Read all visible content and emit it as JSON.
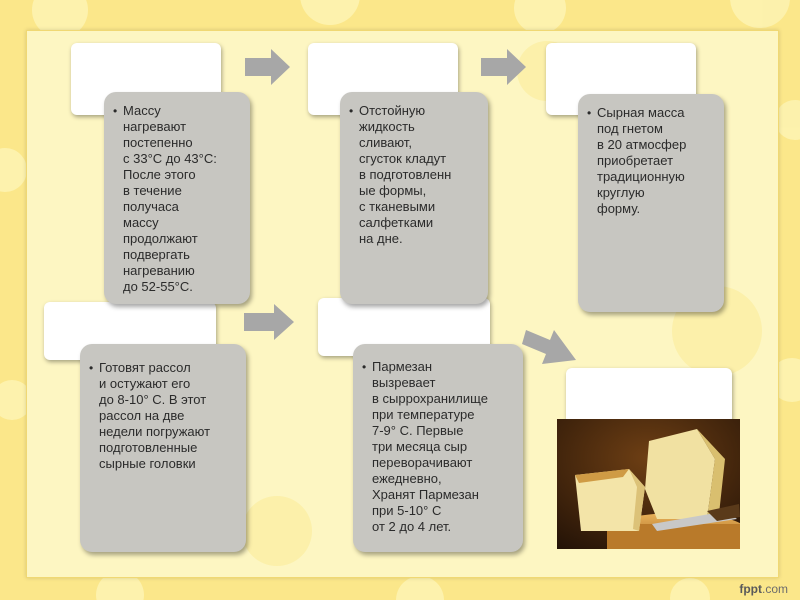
{
  "steps": [
    {
      "text": "Массу\nнагревают\nпостепенно\nс 33°С до 43°С:\nПосле этого\nв течение\nполучаса\nмассу\nпродолжают\nподвергать\nнагреванию\nдо 52-55°С."
    },
    {
      "text": "Отстойную\nжидкость\nсливают,\nсгусток кладут\nв подготовленн\nые формы,\nс тканевыми\nсалфетками\nна дне."
    },
    {
      "text": "Сырная масса\nпод гнетом\nв 20 атмосфер\nприобретает\nтрадиционную\nкруглую\nформу."
    },
    {
      "text": "Готовят рассол\nи остужают его\nдо 8-10° С. В этот\nрассол на две\nнедели погружают\nподготовленные\nсырные головки"
    },
    {
      "text": "Пармезан\nвызревает\nв сыррохранилище\nпри температуре\n7-9° С. Первые\nтри месяца сыр\nпереворачивают\nежедневно,\nХранят Пармезан\nпри 5-10° С\nот 2 до 4 лет."
    }
  ],
  "colors": {
    "card": "#c7c6c1",
    "arrow": "#a7a7a7",
    "background": "#fbe78a"
  },
  "photo": {
    "icon": "parmesan-cheese-photo"
  },
  "brand": {
    "name": "fppt",
    "suffix": ".com"
  }
}
